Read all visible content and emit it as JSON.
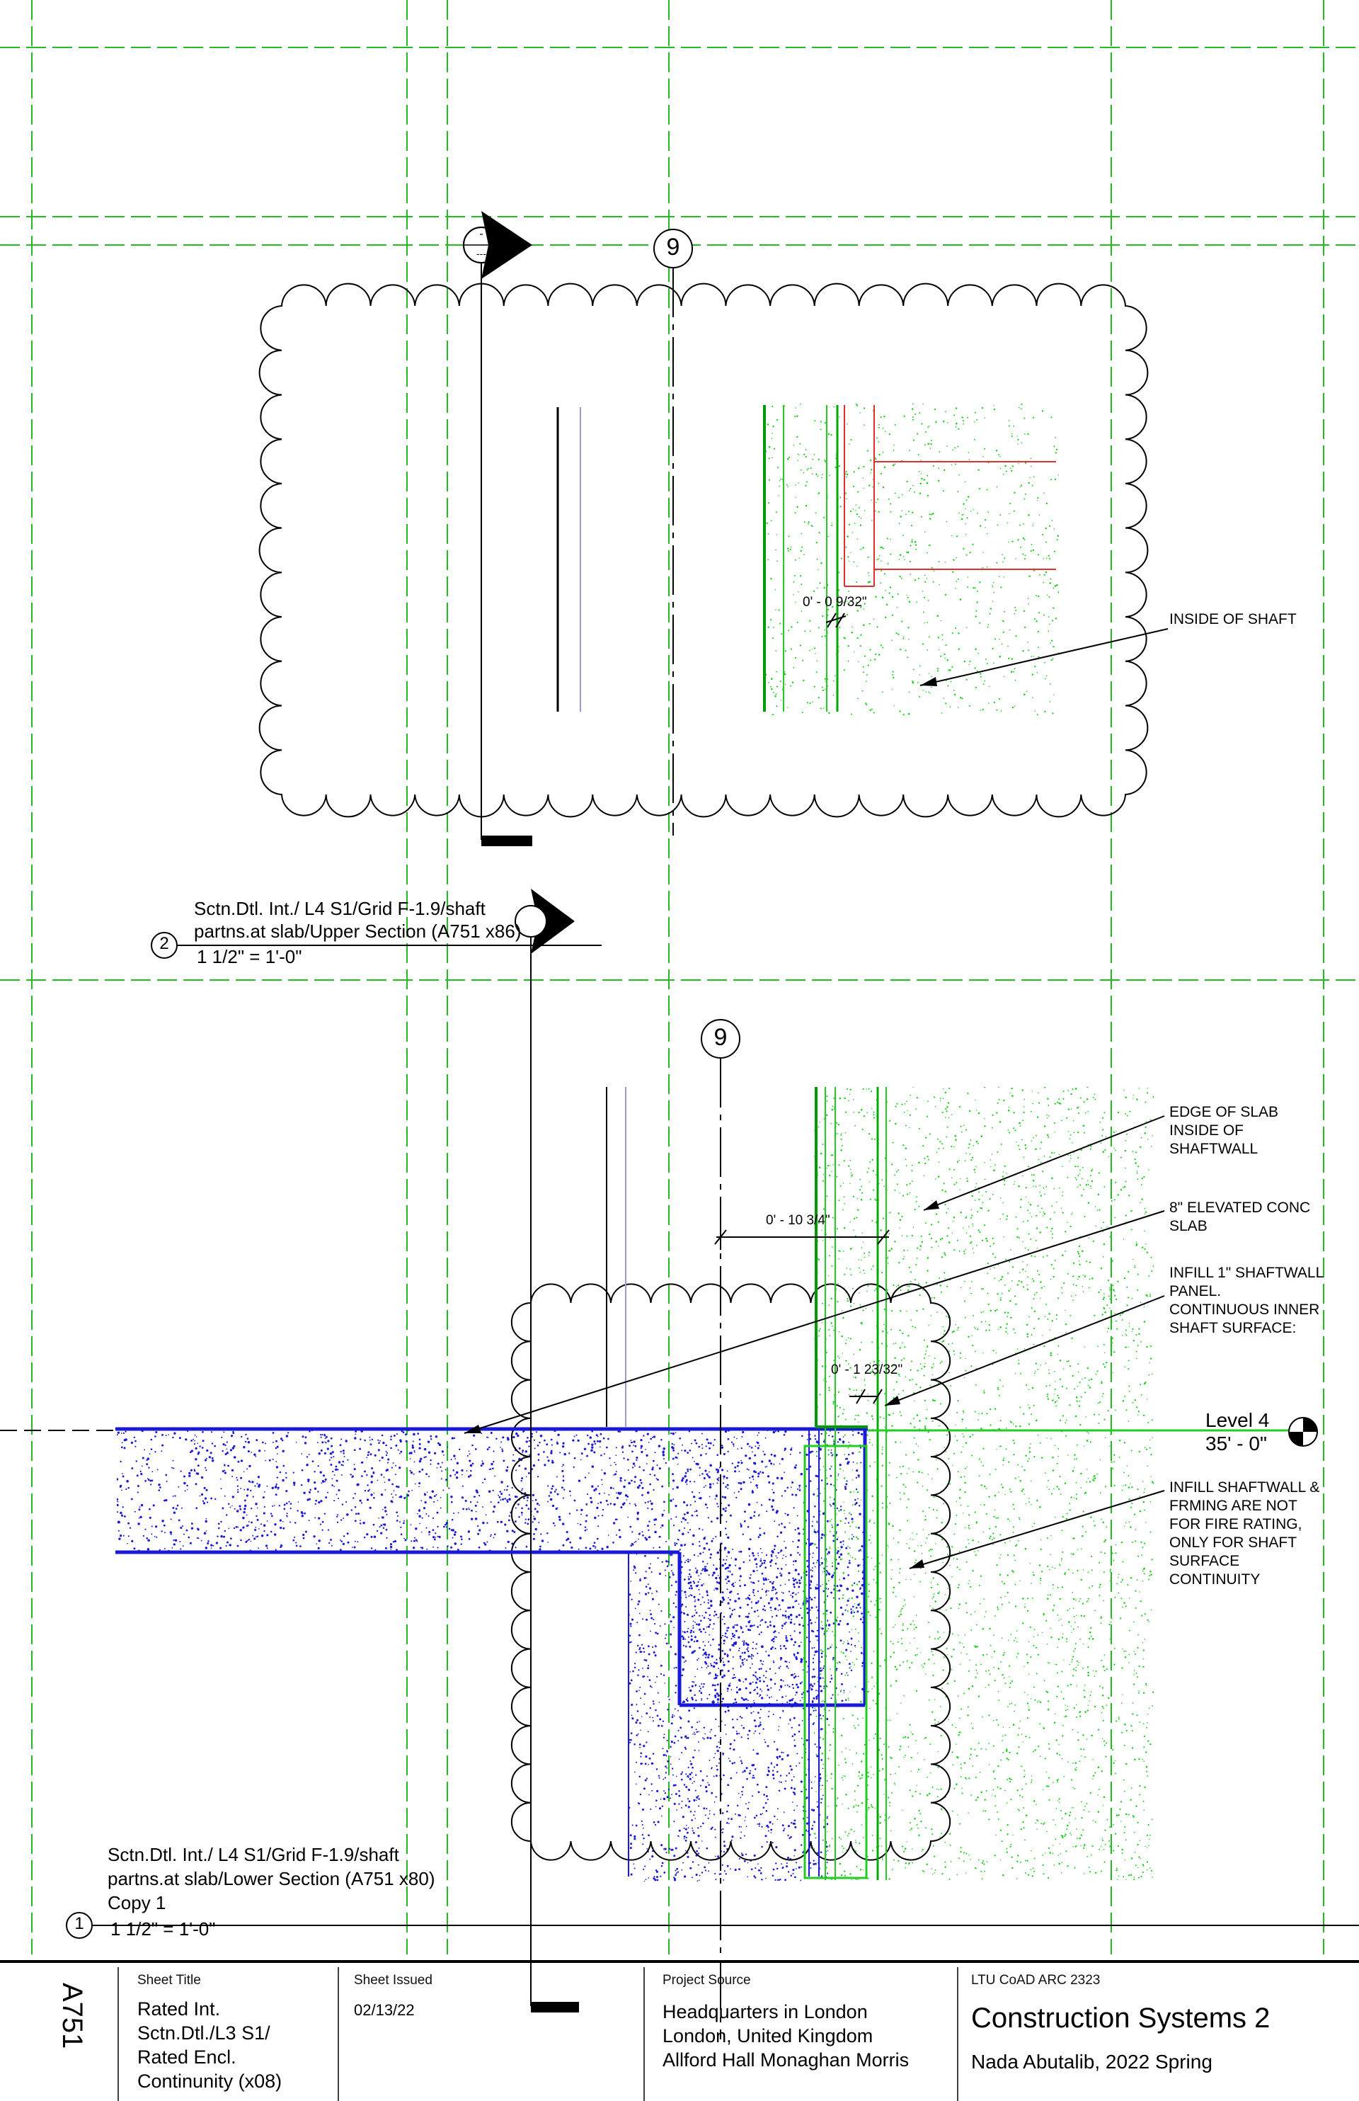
{
  "upper_detail": {
    "grid_bubble": "9",
    "section_head_top": "-",
    "section_head_bottom": "---",
    "dimension": "0' - 0 9/32\"",
    "note_inside_shaft": "INSIDE OF SHAFT"
  },
  "view2_title": {
    "number": "2",
    "line1": "Sctn.Dtl. Int./ L4 S1/Grid F-1.9/shaft",
    "line2": "partns.at slab/Upper Section (A751 x86)",
    "scale": "1 1/2\" = 1'-0\""
  },
  "lower_detail": {
    "grid_bubble": "9",
    "dimension_1": "0' - 10 3/4\"",
    "dimension_2": "0' - 1 23/32\"",
    "level_name": "Level 4",
    "level_elevation": "35' - 0\"",
    "notes": [
      "EDGE OF SLAB\nINSIDE OF\nSHAFTWALL",
      "8\" ELEVATED CONC\nSLAB",
      "INFILL 1\" SHAFTWALL\nPANEL.\nCONTINUOUS INNER\nSHAFT SURFACE:",
      "INFILL SHAFTWALL &\nFRMING ARE NOT\nFOR FIRE RATING,\nONLY FOR SHAFT\nSURFACE\nCONTINUITY"
    ]
  },
  "view1_title": {
    "number": "1",
    "line1": "Sctn.Dtl. Int./ L4 S1/Grid F-1.9/shaft",
    "line2": "partns.at slab/Lower Section (A751 x80)",
    "line3": "Copy 1",
    "scale": "1 1/2\" = 1'-0\""
  },
  "title_block": {
    "sheet_number": "A751",
    "sheet_title_label": "Sheet Title",
    "sheet_title": "Rated Int.\nSctn.Dtl./L3 S1/\nRated Encl.\nContinunity (x08)",
    "sheet_issued_label": "Sheet Issued",
    "sheet_issued": "02/13/22",
    "project_source_label": "Project Source",
    "project_source": "Headquarters in London\nLondon, United Kingdom\nAllford Hall Monaghan Morris",
    "course_code": "LTU CoAD ARC 2323",
    "course_name": "Construction Systems 2",
    "author": "Nada Abutalib, 2022 Spring"
  },
  "colors": {
    "grid": "#22bb22",
    "insulation": "#22cc22",
    "concrete": "#1a1ad6",
    "framing_red": "#e03030"
  }
}
